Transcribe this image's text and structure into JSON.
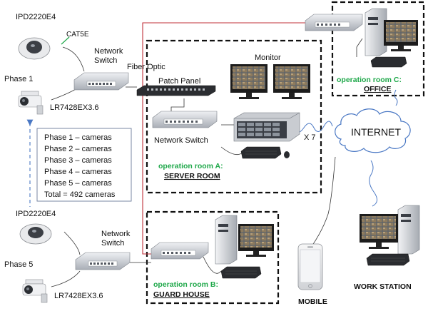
{
  "labels": {
    "camera_dome_top": "IPD2220E4",
    "cat5e": "CAT5E",
    "network_switch_1": "Network",
    "network_switch_1b": "Switch",
    "fiber_optic": "Fiber Optic",
    "phase1": "Phase 1",
    "camera_bullet_top": "LR7428EX3.6",
    "patch_panel": "Patch Panel",
    "network_switch_a": "Network Switch",
    "monitor": "Monitor",
    "x7": "X 7",
    "op_room_a": "operation room A:",
    "server_room": "SERVER ROOM",
    "op_room_c": "operation room C:",
    "office": "OFFICE",
    "internet": "INTERNET",
    "camera_dome_bottom": "IPD2220E4",
    "phase5": "Phase 5",
    "network_switch_2": "Network",
    "network_switch_2b": "Switch",
    "camera_bullet_bottom": "LR7428EX3.6",
    "op_room_b": "operation room B:",
    "guard_house": "GUARD HOUSE",
    "mobile": "MOBILE",
    "work_station": "WORK STATION"
  },
  "phase_box": {
    "lines": [
      "Phase 1 – cameras",
      "Phase 2 – cameras",
      "Phase 3 – cameras",
      "Phase 4 – cameras",
      "Phase 5 – cameras",
      "Total =  492 cameras"
    ]
  },
  "colors": {
    "accent_green": "#1fa84a",
    "link_red": "#c0303a",
    "dash_blue": "#4a78c4",
    "device_grey": "#c8ccd2",
    "tower_grey": "#d8dce0",
    "monitor_black": "#1c1c1c"
  },
  "icons": [
    "dome-camera-icon",
    "bullet-camera-icon",
    "network-switch-icon",
    "patch-panel-icon",
    "monitor-icon",
    "server-icon",
    "keyboard-icon",
    "tower-pc-icon",
    "cloud-icon",
    "smartphone-icon"
  ]
}
